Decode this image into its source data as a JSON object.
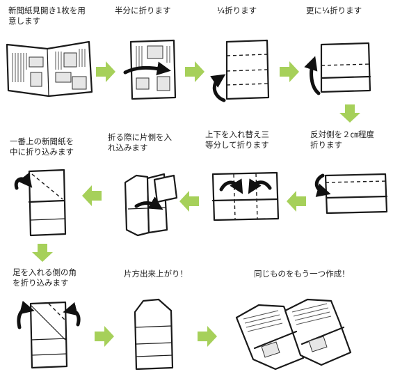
{
  "steps": [
    {
      "caption": "新聞紙見開き1枚を用\n意します"
    },
    {
      "caption": "半分に折ります"
    },
    {
      "caption": "¼折ります"
    },
    {
      "caption": "更に¼折ります"
    },
    {
      "caption": "反対側を２㎝程度\n折ります"
    },
    {
      "caption": "上下を入れ替え三\n等分して折ります"
    },
    {
      "caption": "折る際に片側を入\nれ込みます"
    },
    {
      "caption": "一番上の新聞紙を\n中に折り込みます"
    },
    {
      "caption": "足を入れる側の角\nを折り込みます"
    },
    {
      "caption": "片方出来上がり！"
    },
    {
      "caption": "同じものをもう一つ作成！"
    }
  ],
  "colors": {
    "arrow": "#a6d05a",
    "ink": "#1a1a1a"
  }
}
